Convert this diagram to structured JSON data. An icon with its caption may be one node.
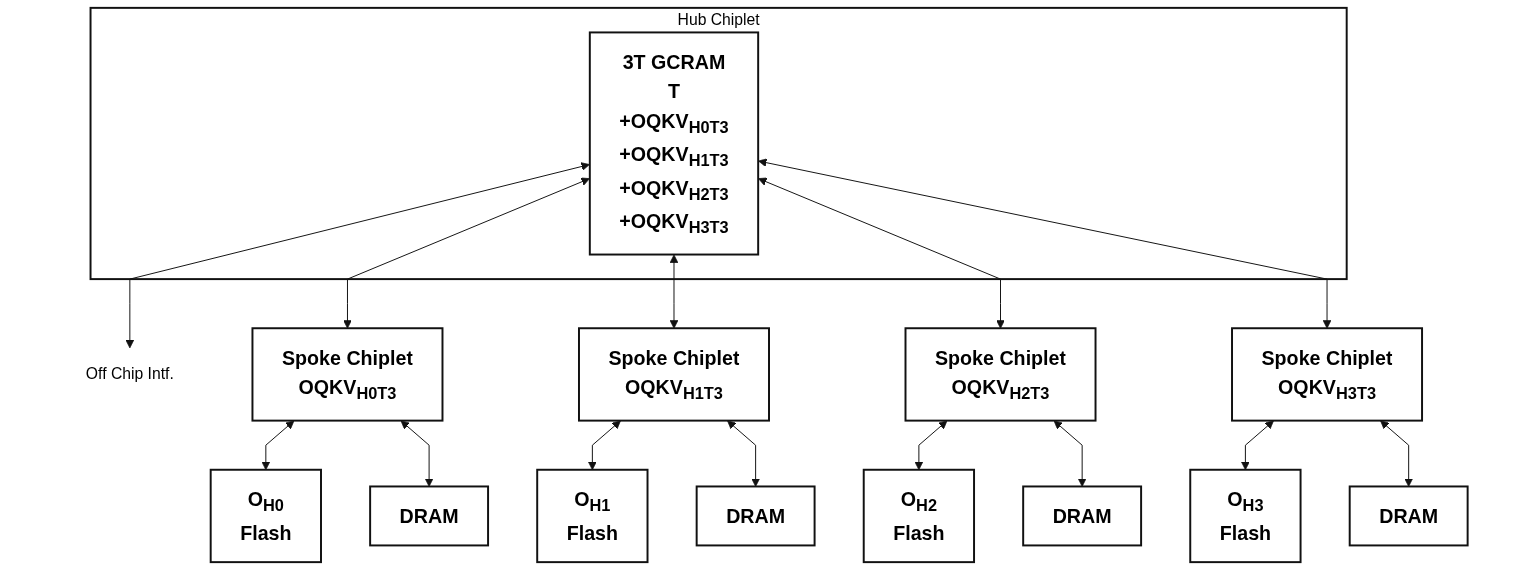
{
  "diagram": {
    "nodes": [
      {
        "text": [
          "Hub Chiplet"
        ]
      },
      {
        "text": [
          "3T GCRAM",
          "T",
          "+OQKV$_{H0T3}$",
          "+OQKV$_{H1T3}$",
          "+OQKV$_{H2T3}$",
          "+OQKV$_{H3T3}$"
        ],
        "in": 0
      },
      {
        "text": [
          "Off Chip Intf."
        ]
      },
      {
        "text": [
          "Spoke Chiplet",
          "OQKV$_{H0T3}$"
        ]
      },
      {
        "text": [
          "Spoke Chiplet",
          "OQKV$_{H1T3}$"
        ]
      },
      {
        "text": [
          "Spoke Chiplet",
          "OQKV$_{H2T3}$"
        ]
      },
      {
        "text": [
          "Spoke Chiplet",
          "OQKV$_{H3T3}$"
        ]
      },
      {
        "text": [
          "O$_{H0}$",
          "Flash"
        ]
      },
      {
        "text": [
          "DRAM"
        ]
      },
      {
        "text": [
          "O$_{H1}$",
          "Flash"
        ]
      },
      {
        "text": [
          "DRAM"
        ]
      },
      {
        "text": [
          "O$_{H2}$",
          "Flash"
        ]
      },
      {
        "text": [
          "DRAM"
        ]
      },
      {
        "text": [
          "O$_{H3}$",
          "Flash"
        ]
      },
      {
        "text": [
          "DRAM"
        ]
      }
    ],
    "edges": [
      {
        "from": 1,
        "to": 2,
        "arrow": "both"
      },
      {
        "from": 1,
        "to": 3,
        "arrow": "both"
      },
      {
        "from": 1,
        "to": 4,
        "arrow": "both"
      },
      {
        "from": 1,
        "to": 5,
        "arrow": "both"
      },
      {
        "from": 1,
        "to": 6,
        "arrow": "both"
      },
      {
        "from": 3,
        "to": 7,
        "arrow": "both"
      },
      {
        "from": 3,
        "to": 8,
        "arrow": "both"
      },
      {
        "from": 4,
        "to": 9,
        "arrow": "both"
      },
      {
        "from": 4,
        "to": 10,
        "arrow": "both"
      },
      {
        "from": 5,
        "to": 11,
        "arrow": "both"
      },
      {
        "from": 5,
        "to": 12,
        "arrow": "both"
      },
      {
        "from": 6,
        "to": 13,
        "arrow": "both"
      },
      {
        "from": 6,
        "to": 14,
        "arrow": "both"
      }
    ]
  }
}
